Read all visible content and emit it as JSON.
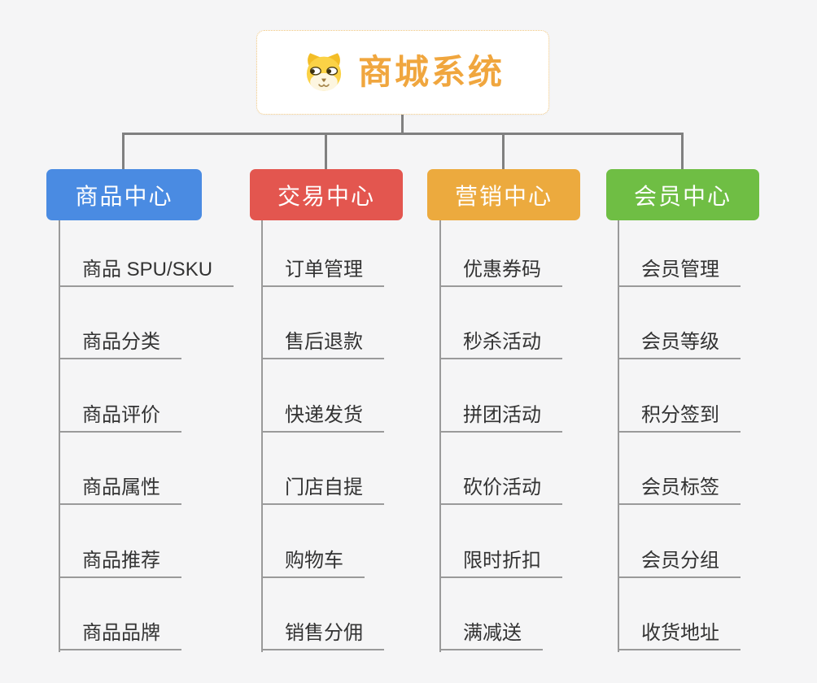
{
  "colors": {
    "bg": "#f5f5f6",
    "connector": "#808080",
    "line": "#9a9a9a",
    "text": "#333333",
    "title": "#f0a63e",
    "root-border": "#f2c77e"
  },
  "root": {
    "title": "商城系统",
    "icon": "dog-face-icon"
  },
  "branches": [
    {
      "label": "商品中心",
      "color": "#4a8be2",
      "items": [
        "商品 SPU/SKU",
        "商品分类",
        "商品评价",
        "商品属性",
        "商品推荐",
        "商品品牌"
      ]
    },
    {
      "label": "交易中心",
      "color": "#e3564f",
      "items": [
        "订单管理",
        "售后退款",
        "快递发货",
        "门店自提",
        "购物车",
        "销售分佣"
      ]
    },
    {
      "label": "营销中心",
      "color": "#ecaa3e",
      "items": [
        "优惠券码",
        "秒杀活动",
        "拼团活动",
        "砍价活动",
        "限时折扣",
        "满减送"
      ]
    },
    {
      "label": "会员中心",
      "color": "#6fbe44",
      "items": [
        "会员管理",
        "会员等级",
        "积分签到",
        "会员标签",
        "会员分组",
        "收货地址"
      ]
    }
  ]
}
